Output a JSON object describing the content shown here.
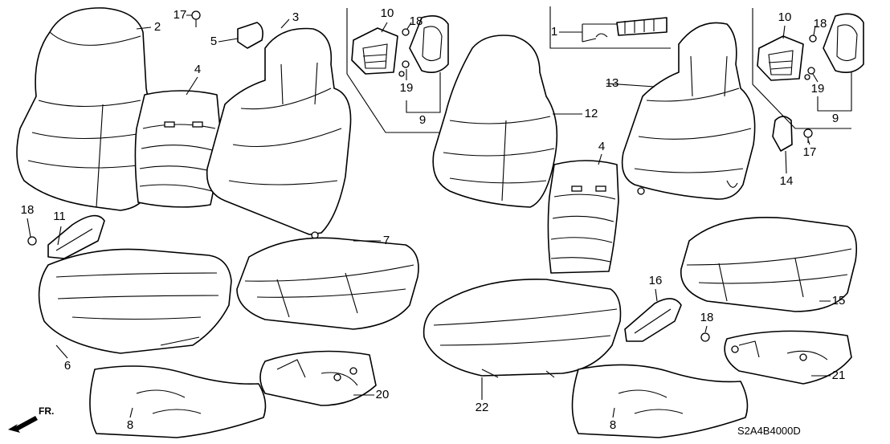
{
  "diagram": {
    "callouts": {
      "c2": "2",
      "c17a": "17",
      "c5": "5",
      "c3": "3",
      "c4a": "4",
      "c10a": "10",
      "c18a": "18",
      "c19a": "19",
      "c9a": "9",
      "c1": "1",
      "c12": "12",
      "c13": "13",
      "c10b": "10",
      "c18b": "18",
      "c19b": "19",
      "c9b": "9",
      "c17b": "17",
      "c14": "14",
      "c4b": "4",
      "c18c": "18",
      "c11": "11",
      "c7": "7",
      "c16": "16",
      "c15": "15",
      "c18d": "18",
      "c6": "6",
      "c21": "21",
      "c20": "20",
      "c22": "22",
      "c8a": "8",
      "c8b": "8"
    },
    "direction_label": "FR.",
    "diagram_code": "S2A4B4000D"
  }
}
